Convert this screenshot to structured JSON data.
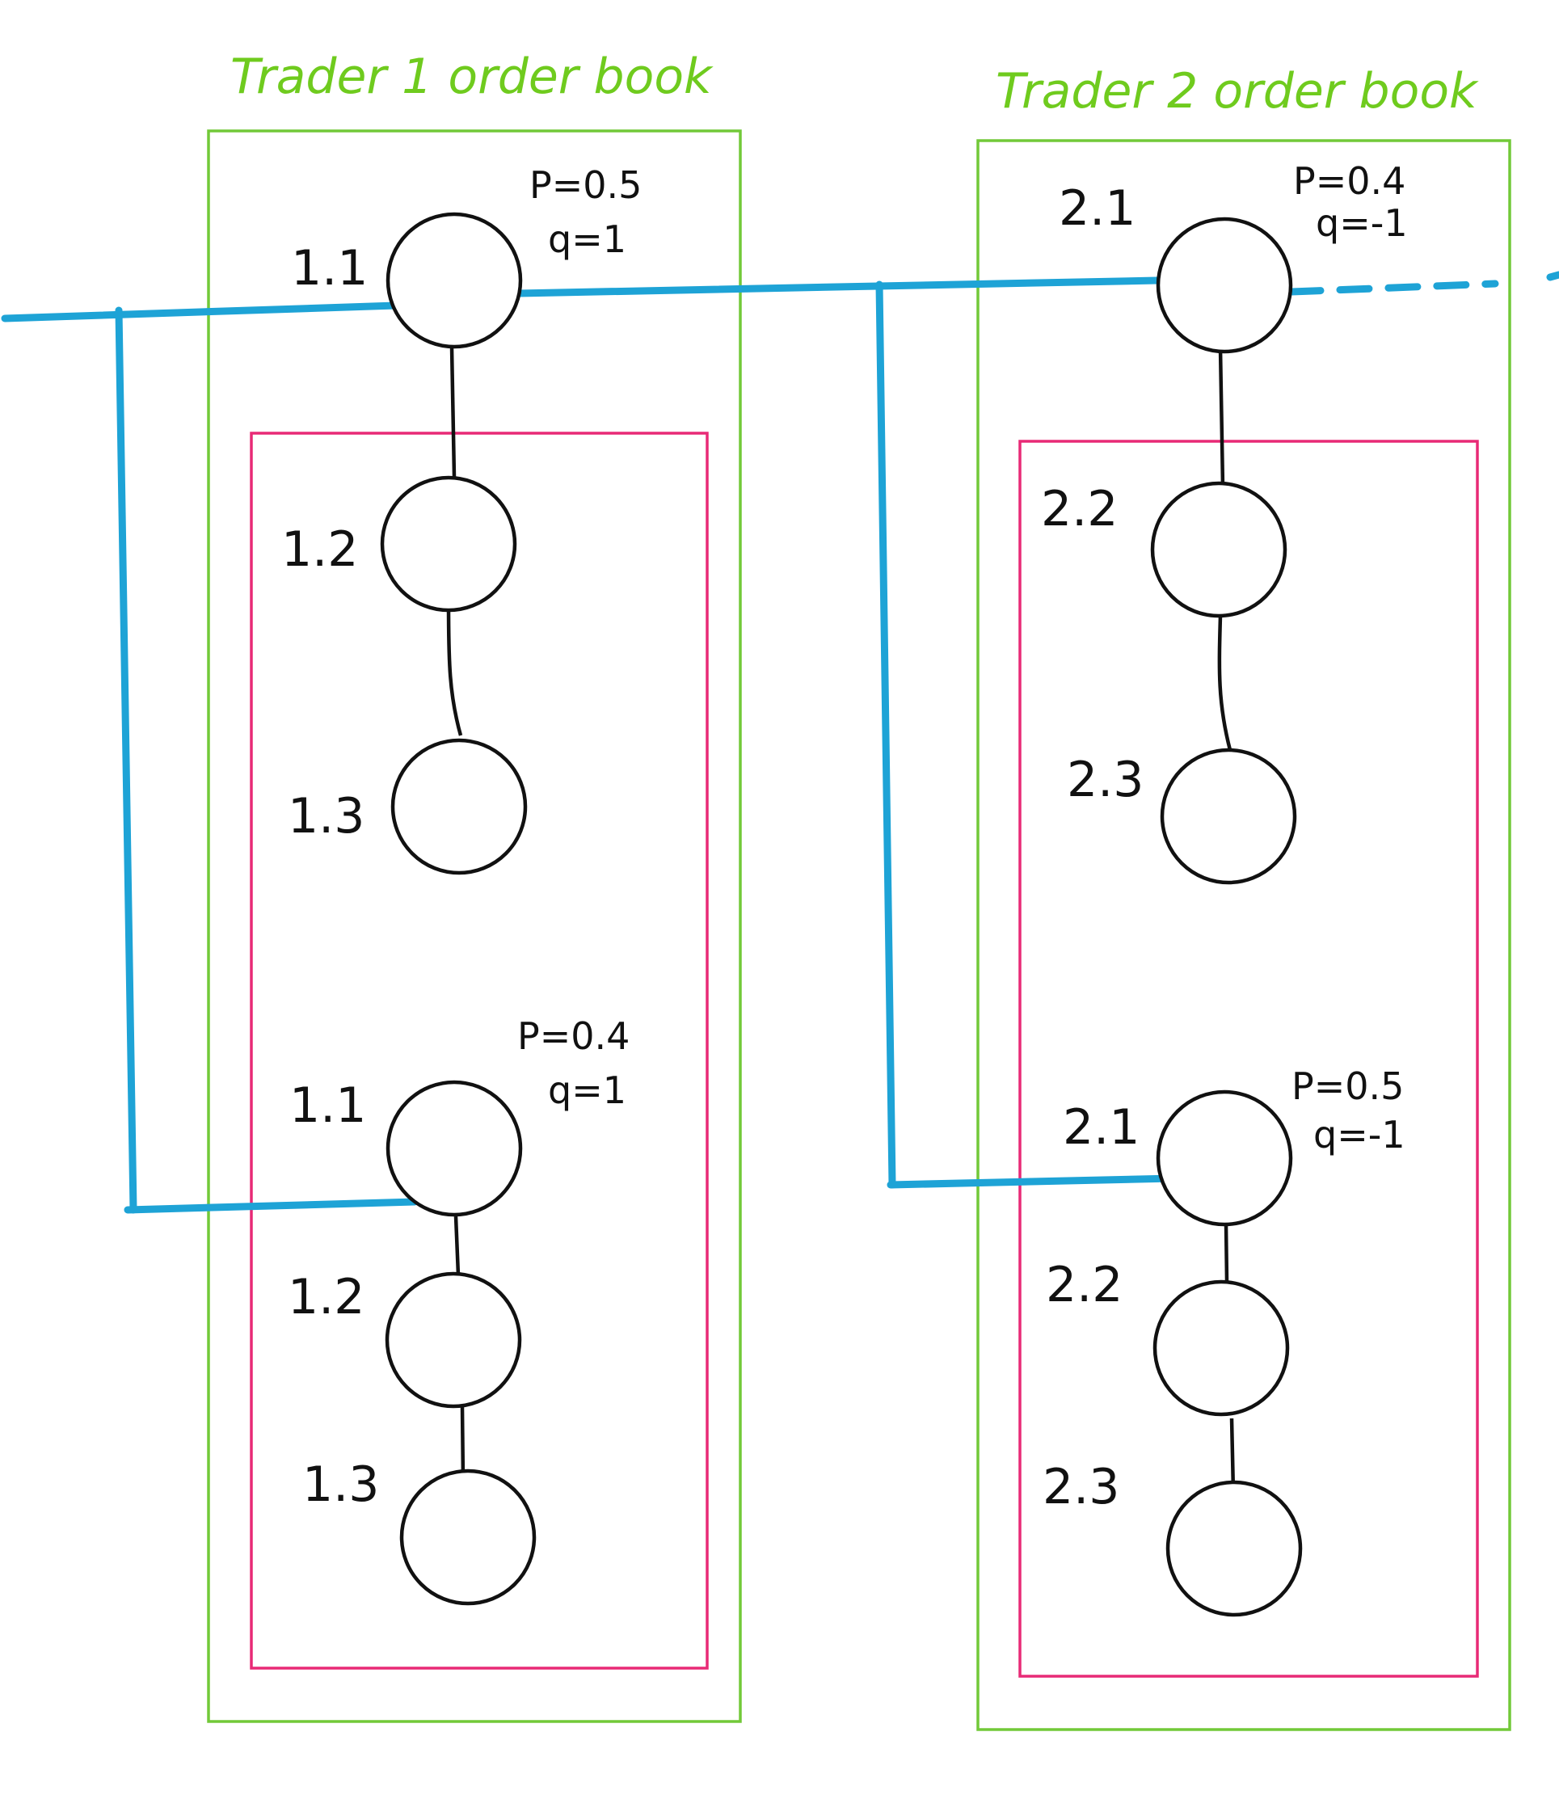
{
  "colors": {
    "title": "#6fcb1e",
    "outer_box": "#72c938",
    "inner_box": "#e82a76",
    "link": "#1ea3d6",
    "ink": "#111111"
  },
  "books": [
    {
      "title": "Trader 1 order book",
      "top": {
        "annotation_p": "P=0.5",
        "annotation_q": "q=1",
        "nodes": [
          "1.1",
          "1.2",
          "1.3"
        ]
      },
      "bottom": {
        "annotation_p": "P=0.4",
        "annotation_q": "q=1",
        "nodes": [
          "1.1",
          "1.2",
          "1.3"
        ]
      }
    },
    {
      "title": "Trader 2 order book",
      "top": {
        "annotation_p": "P=0.4",
        "annotation_q": "q=-1",
        "nodes": [
          "2.1",
          "2.2",
          "2.3"
        ]
      },
      "bottom": {
        "annotation_p": "P=0.5",
        "annotation_q": "q=-1",
        "nodes": [
          "2.1",
          "2.2",
          "2.3"
        ]
      }
    }
  ]
}
